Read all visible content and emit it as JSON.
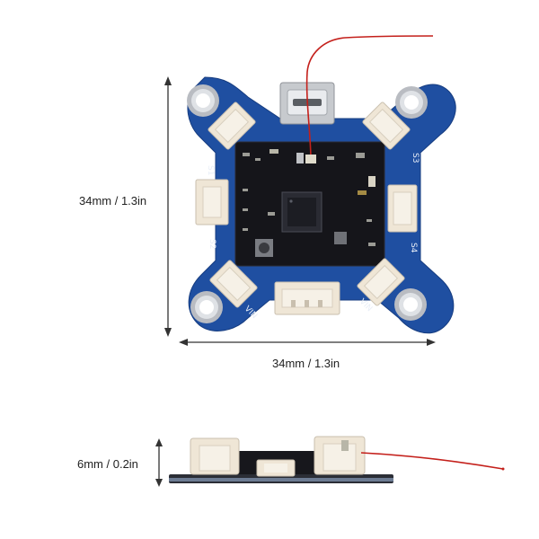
{
  "dimensions": {
    "height": "34mm / 1.3in",
    "width": "34mm / 1.3in",
    "thickness": "6mm / 0.2in"
  },
  "board_labels": {
    "s1": "S1",
    "s2": "S2",
    "s3": "S3",
    "s4": "S4",
    "vin_left": "VIN",
    "vin_right": "VIN"
  },
  "colors": {
    "pcb_blue": "#1f4fa1",
    "pcb_dark": "#15151a",
    "connector": "#efe6d6",
    "antenna_wire": "#c4201b",
    "dimension_line": "#333333"
  }
}
